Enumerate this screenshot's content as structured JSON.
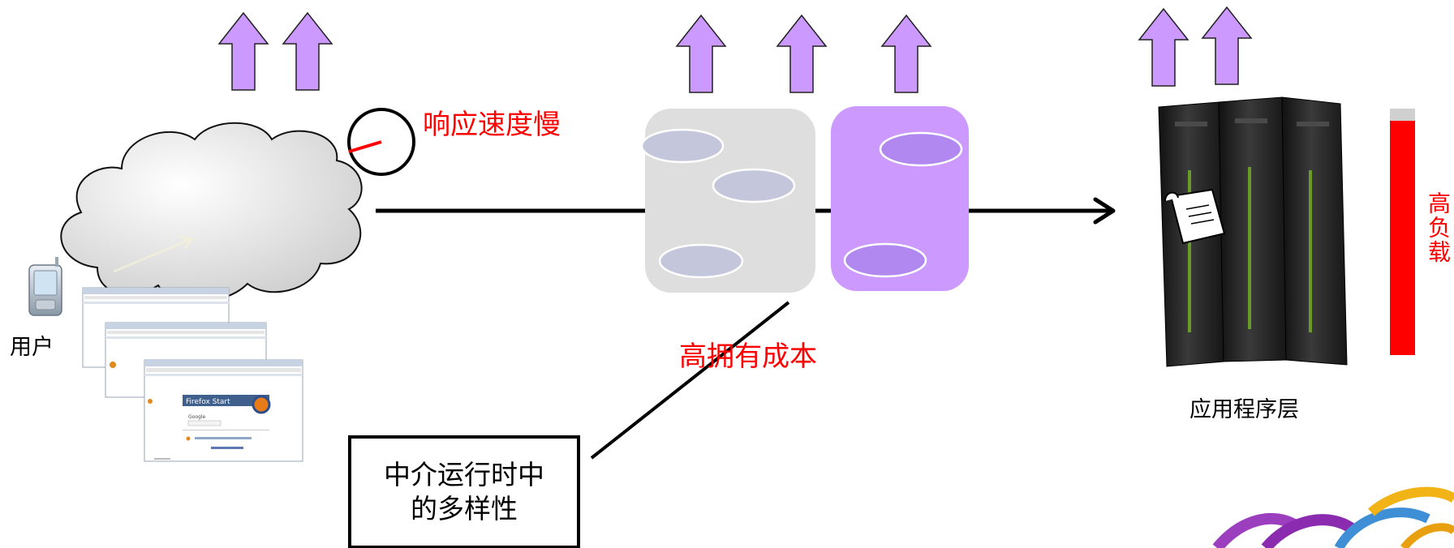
{
  "labels": {
    "user": "用户",
    "slow_response": "响应速度慢",
    "high_cost": "高拥有成本",
    "app_layer": "应用程序层",
    "high_load": "高负载",
    "middleware_box": "中介运行时中\n的多样性"
  },
  "browser_window": {
    "header": "Firefox Start",
    "search_brand": "Google"
  },
  "colors": {
    "arrow_fill": "#cc99ff",
    "arrow_stroke": "#222222",
    "red": "#ff0000",
    "gray_pod": "#dedede",
    "purple_pod": "#cc99ff",
    "gray_oval": "#c4c6dc",
    "purple_oval": "#b088f0",
    "server_body": "#2a2a2a",
    "server_accent": "#6a9a2a"
  },
  "load_meter": {
    "fill_fraction": 0.95
  }
}
